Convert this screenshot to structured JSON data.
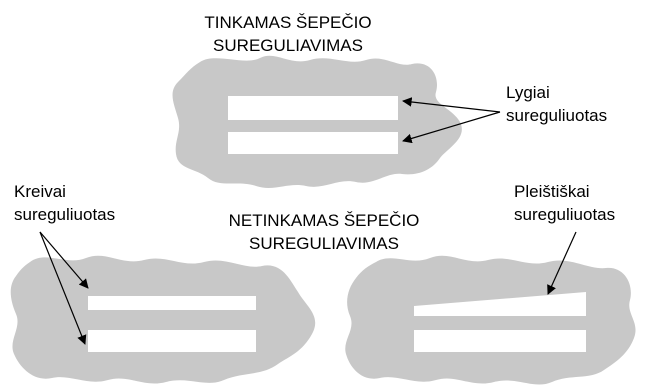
{
  "colors": {
    "blob_fill": "#c8c8c8",
    "streak_fill": "#ffffff",
    "text": "#000000",
    "background": "#ffffff"
  },
  "top_heading": {
    "line1": "TINKAMAS ŠEPEČIO",
    "line2": "SUREGULIAVIMAS"
  },
  "bottom_heading": {
    "line1": "NETINKAMAS ŠEPEČIO",
    "line2": "SUREGULIAVIMAS"
  },
  "label_even": {
    "line1": "Lygiai",
    "line2": "sureguliuotas"
  },
  "label_skew": {
    "line1": "Kreivai",
    "line2": "sureguliuotas"
  },
  "label_wedge": {
    "line1": "Pleištiškai",
    "line2": "sureguliuotas"
  }
}
